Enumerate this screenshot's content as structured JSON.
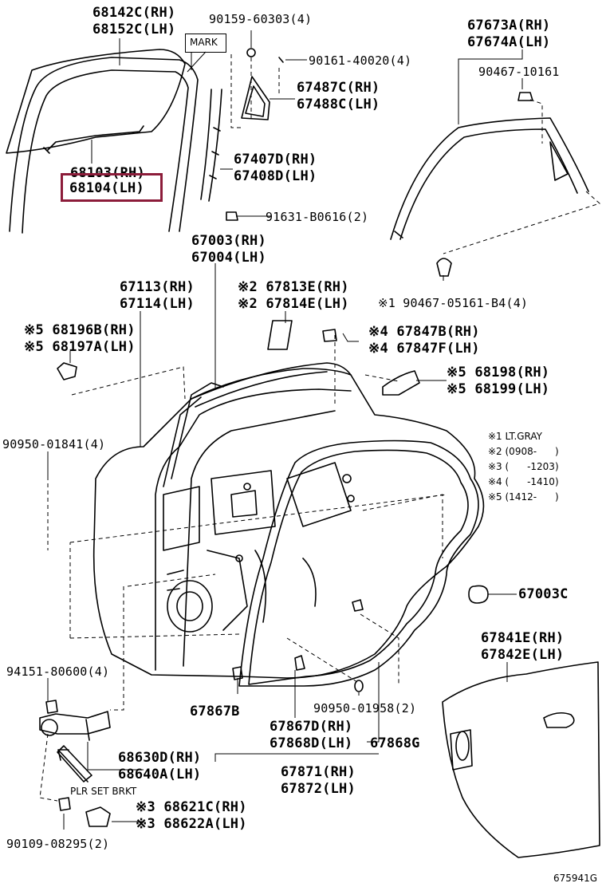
{
  "highlight_color": "#8c1c3a",
  "labels": {
    "p68142c": "68142C(RH)",
    "p68152c": "68152C(LH)",
    "p90159": "90159-60303(4)",
    "p90161": "90161-40020(4)",
    "p67487c": "67487C(RH)",
    "p67488c": "67488C(LH)",
    "p67673a": "67673A(RH)",
    "p67674a": "67674A(LH)",
    "p90467a": "90467-10161",
    "p68103": "68103(RH)",
    "p68104": "68104(LH)",
    "p67407d": "67407D(RH)",
    "p67408d": "67408D(LH)",
    "p91631": "91631-B0616(2)",
    "p67003": "67003(RH)",
    "p67004": "67004(LH)",
    "p67113": "67113(RH)",
    "p67114": "67114(LH)",
    "p67813e": "※2 67813E(RH)",
    "p67814e": "※2 67814E(LH)",
    "p90467b": "※1 90467-05161-B4(4)",
    "p68196b": "※5 68196B(RH)",
    "p68197a": "※5 68197A(LH)",
    "p67847b": "※4 67847B(RH)",
    "p67847f": "※4 67847F(LH)",
    "p68198": "※5 68198(RH)",
    "p68199": "※5 68199(LH)",
    "p90950a": "90950-01841(4)",
    "p67003c": "67003C",
    "p67841e": "67841E(RH)",
    "p67842e": "67842E(LH)",
    "p94151": "94151-80600(4)",
    "p67867b": "67867B",
    "p90950b": "90950-01958(2)",
    "p67867d": "67867D(RH)",
    "p67868d": "67868D(LH)",
    "p67868g": "67868G",
    "p68630d": "68630D(RH)",
    "p68640a": "68640A(LH)",
    "p67871": "67871(RH)",
    "p67872": "67872(LH)",
    "p68621c": "※3 68621C(RH)",
    "p68622a": "※3 68622A(LH)",
    "p90109": "90109-08295(2)"
  },
  "notes": {
    "mark": "MARK",
    "plr": "PLR SET BRKT",
    "drawing_no": "675941G"
  },
  "legend": [
    "※1 LT.GRAY",
    "※2 (0908-      )",
    "※3 (      -1203)",
    "※4 (      -1410)",
    "※5 (1412-      )"
  ]
}
